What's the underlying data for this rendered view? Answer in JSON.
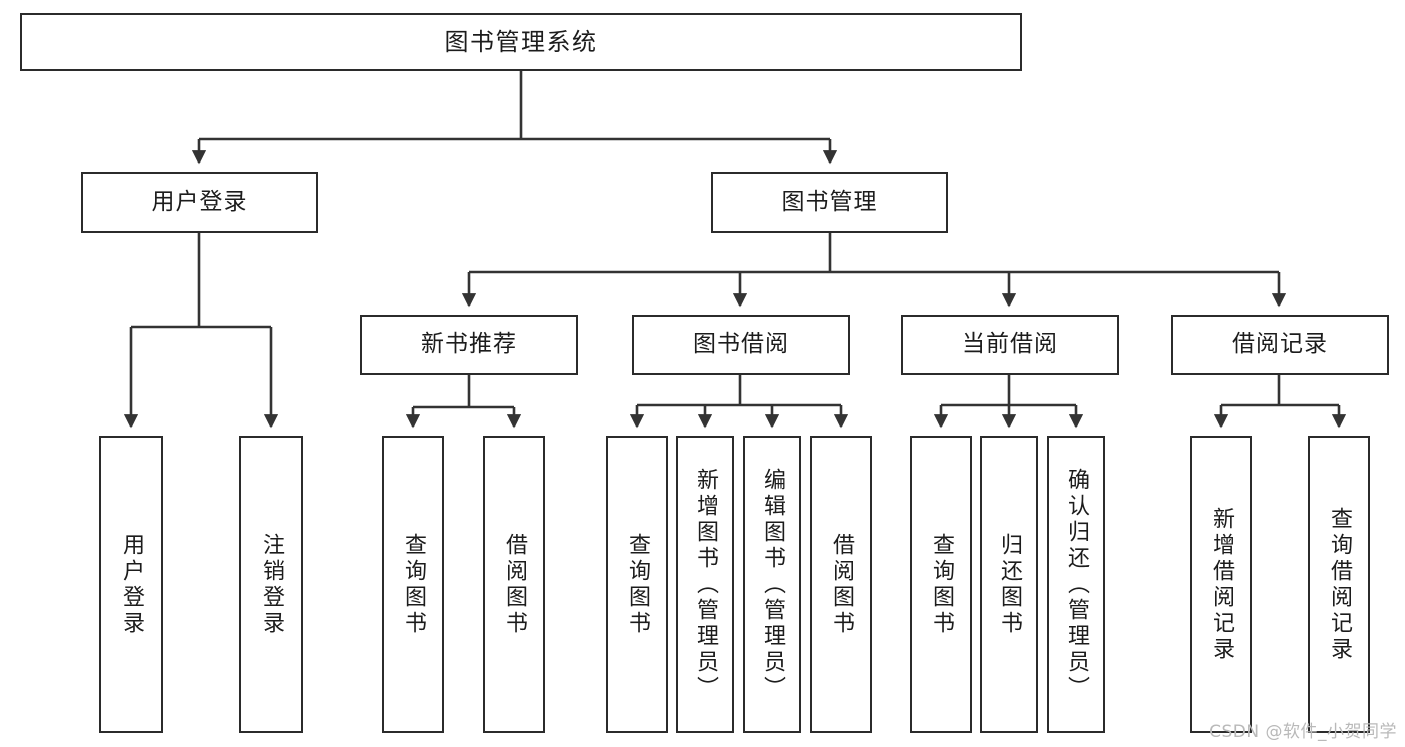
{
  "diagram": {
    "type": "tree-hierarchy",
    "title": "图书管理系统",
    "watermark": "CSDN @软件_小贺同学",
    "colors": {
      "background": "#ffffff",
      "box_border": "#2b2b2b",
      "box_fill": "#ffffff",
      "connector": "#333333",
      "text": "#1c1c1c",
      "watermark": "#b9b9b9"
    },
    "levels": {
      "level0": "root",
      "level1": "modules",
      "level2": "submodules",
      "level3": "functions"
    }
  },
  "nodes": {
    "root": {
      "label": "图书管理系统",
      "orientation": "horizontal"
    },
    "level1": [
      {
        "id": "user-login",
        "label": "用户登录",
        "orientation": "horizontal"
      },
      {
        "id": "book-management",
        "label": "图书管理",
        "orientation": "horizontal"
      }
    ],
    "level2": [
      {
        "id": "new-book-recommend",
        "label": "新书推荐",
        "orientation": "horizontal",
        "parent": "book-management"
      },
      {
        "id": "book-borrow",
        "label": "图书借阅",
        "orientation": "horizontal",
        "parent": "book-management"
      },
      {
        "id": "current-borrow",
        "label": "当前借阅",
        "orientation": "horizontal",
        "parent": "book-management"
      },
      {
        "id": "borrow-record",
        "label": "借阅记录",
        "orientation": "horizontal",
        "parent": "book-management"
      }
    ],
    "leaves": [
      {
        "id": "leaf-user-login",
        "label": "用户登录",
        "orientation": "vertical",
        "parent": "user-login"
      },
      {
        "id": "leaf-user-logout",
        "label": "注销登录",
        "orientation": "vertical",
        "parent": "user-login"
      },
      {
        "id": "leaf-query-book-1",
        "label": "查询图书",
        "orientation": "vertical",
        "parent": "new-book-recommend"
      },
      {
        "id": "leaf-borrow-book-1",
        "label": "借阅图书",
        "orientation": "vertical",
        "parent": "new-book-recommend"
      },
      {
        "id": "leaf-query-book-2",
        "label": "查询图书",
        "orientation": "vertical",
        "parent": "book-borrow"
      },
      {
        "id": "leaf-add-book",
        "label": "新增图书（管理员）",
        "orientation": "vertical",
        "parent": "book-borrow"
      },
      {
        "id": "leaf-edit-book",
        "label": "编辑图书（管理员）",
        "orientation": "vertical",
        "parent": "book-borrow"
      },
      {
        "id": "leaf-borrow-book-2",
        "label": "借阅图书",
        "orientation": "vertical",
        "parent": "book-borrow"
      },
      {
        "id": "leaf-query-book-3",
        "label": "查询图书",
        "orientation": "vertical",
        "parent": "current-borrow"
      },
      {
        "id": "leaf-return-book",
        "label": "归还图书",
        "orientation": "vertical",
        "parent": "current-borrow"
      },
      {
        "id": "leaf-confirm-return",
        "label": "确认归还（管理员）",
        "orientation": "vertical",
        "parent": "current-borrow"
      },
      {
        "id": "leaf-add-record",
        "label": "新增借阅记录",
        "orientation": "vertical",
        "parent": "borrow-record"
      },
      {
        "id": "leaf-query-record",
        "label": "查询借阅记录",
        "orientation": "vertical",
        "parent": "borrow-record"
      }
    ]
  }
}
